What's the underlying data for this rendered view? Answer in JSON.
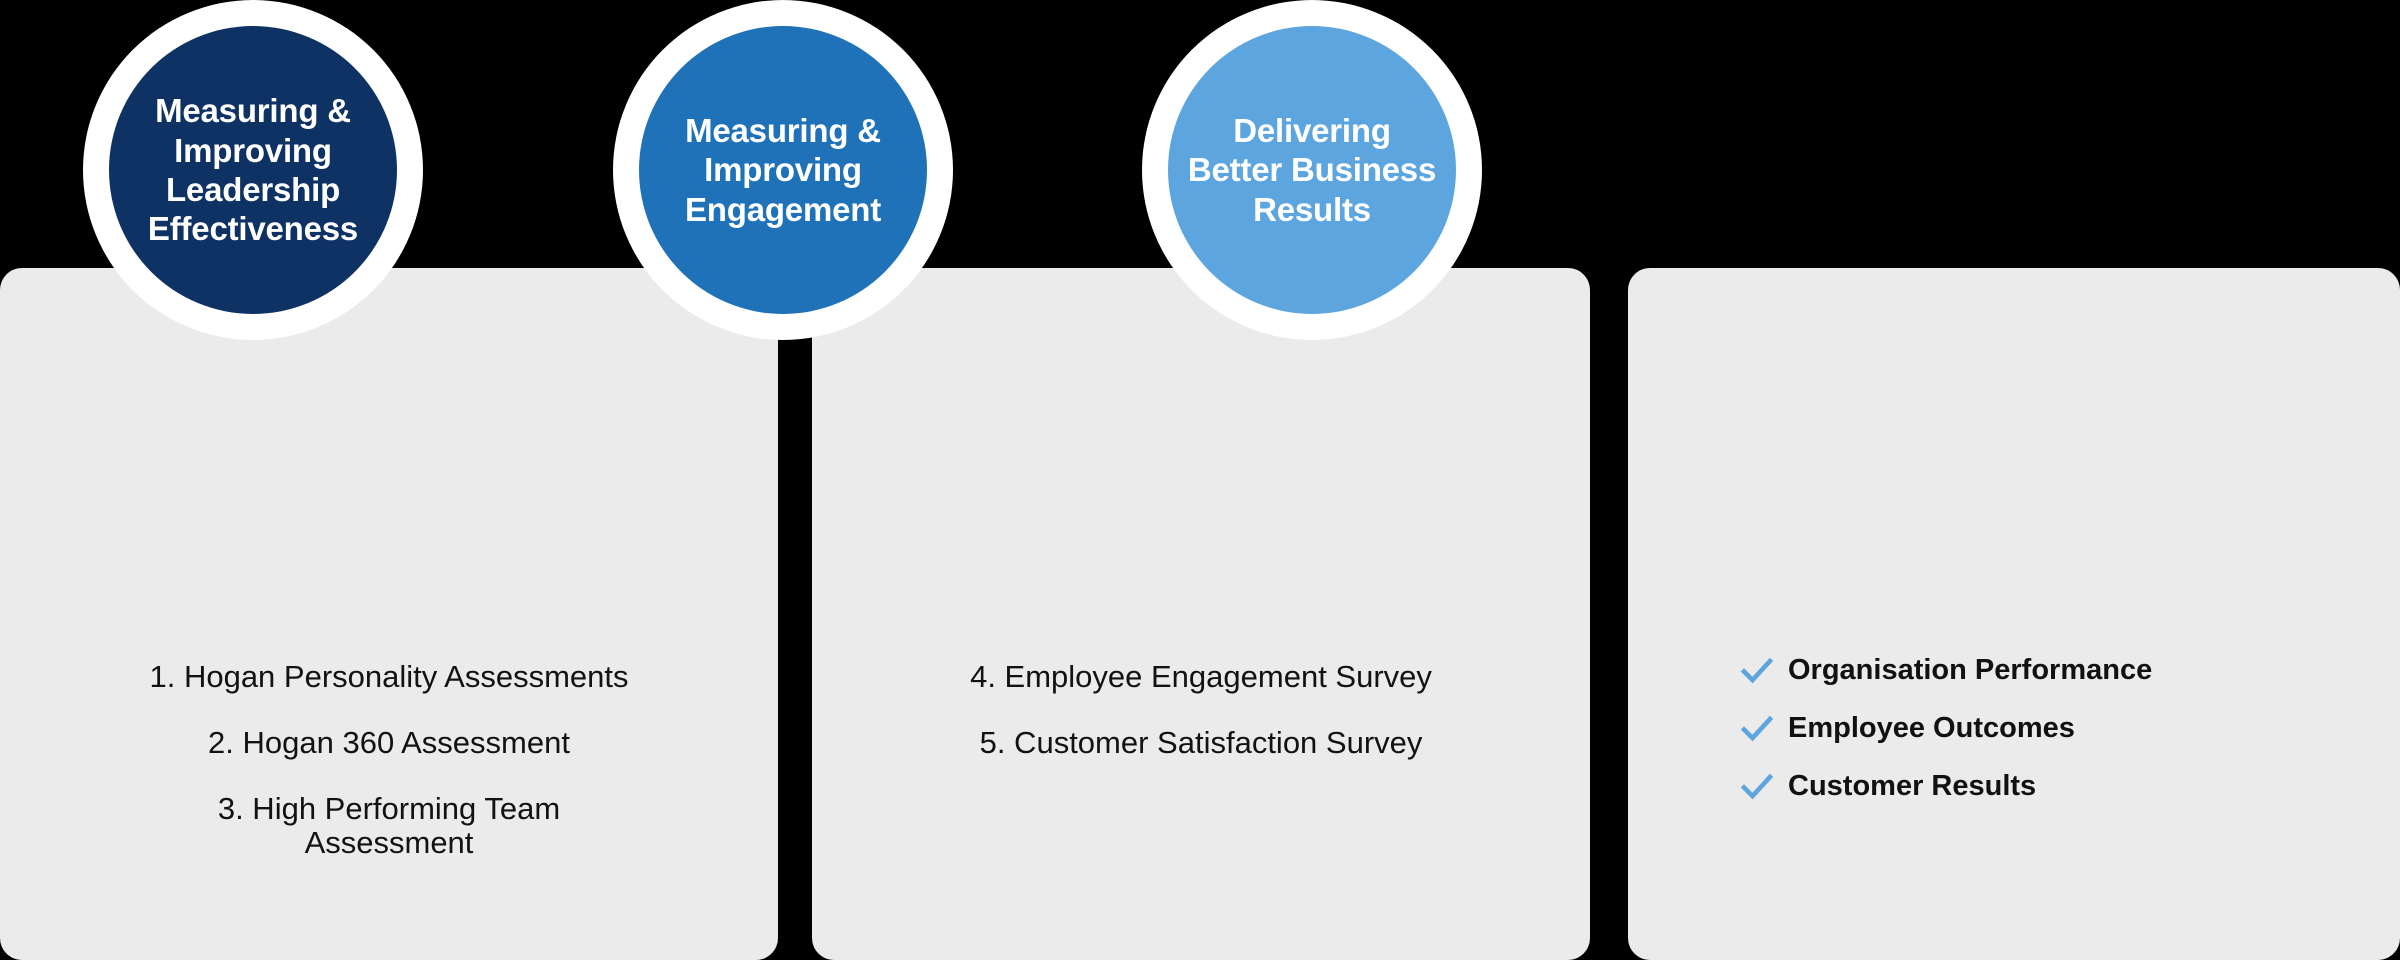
{
  "background_color": "#000000",
  "card_color": "#ebebeb",
  "colors": {
    "circle_1": "#0d3263",
    "circle_2": "#1f72b8",
    "circle_3": "#5da5df",
    "check_mark": "#5da5df",
    "circle_ring": "#ffffff",
    "text_dark": "#111111",
    "text_light": "#ffffff"
  },
  "panels": [
    {
      "id": "leadership-effectiveness",
      "circle_title": "Measuring &\nImproving\nLeadership\nEffectiveness",
      "circle_color": "#0d3263",
      "list_type": "numbered",
      "items": [
        "1. Hogan Personality Assessments",
        "2. Hogan 360 Assessment",
        "3. High Performing Team\nAssessment"
      ]
    },
    {
      "id": "engagement",
      "circle_title": "Measuring &\nImproving\nEngagement",
      "circle_color": "#1f72b8",
      "list_type": "numbered",
      "items": [
        "4. Employee Engagement Survey",
        "5. Customer Satisfaction Survey"
      ]
    },
    {
      "id": "business-results",
      "circle_title": "Delivering\nBetter Business\nResults",
      "circle_color": "#5da5df",
      "list_type": "checklist",
      "icon": "check-icon",
      "items": [
        "Organisation Performance",
        "Employee Outcomes",
        "Customer Results"
      ]
    }
  ]
}
